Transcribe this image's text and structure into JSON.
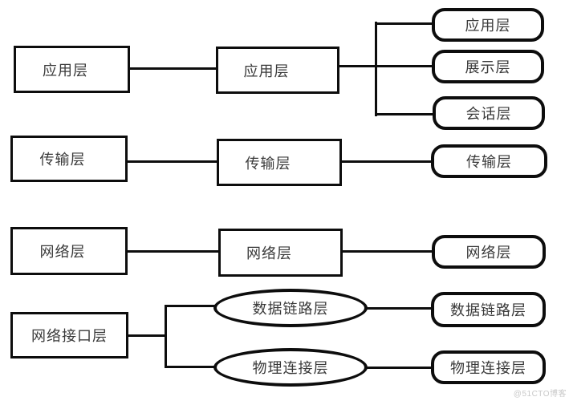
{
  "diagram": {
    "description": "TCP/IP model layers mapped to OSI model layers",
    "left_column": {
      "shape": "rectangle",
      "items": [
        {
          "label": "应用层"
        },
        {
          "label": "传输层"
        },
        {
          "label": "网络层"
        },
        {
          "label": "网络接口层"
        }
      ]
    },
    "middle_column": {
      "rect_items": [
        {
          "label": "应用层"
        },
        {
          "label": "传输层"
        },
        {
          "label": "网络层"
        }
      ],
      "ellipse_items": [
        {
          "label": "数据链路层"
        },
        {
          "label": "物理连接层"
        }
      ]
    },
    "right_column": {
      "shape": "rounded-rectangle",
      "items": [
        {
          "label": "应用层"
        },
        {
          "label": "展示层"
        },
        {
          "label": "会话层"
        },
        {
          "label": "传输层"
        },
        {
          "label": "网络层"
        },
        {
          "label": "数据链路层"
        },
        {
          "label": "物理连接层"
        }
      ]
    },
    "watermark": "@51CTO博客",
    "colors": {
      "stroke": "#0d0d0d",
      "text": "#3a3a3a",
      "background": "#ffffff",
      "watermark": "#c9c9c9"
    }
  }
}
